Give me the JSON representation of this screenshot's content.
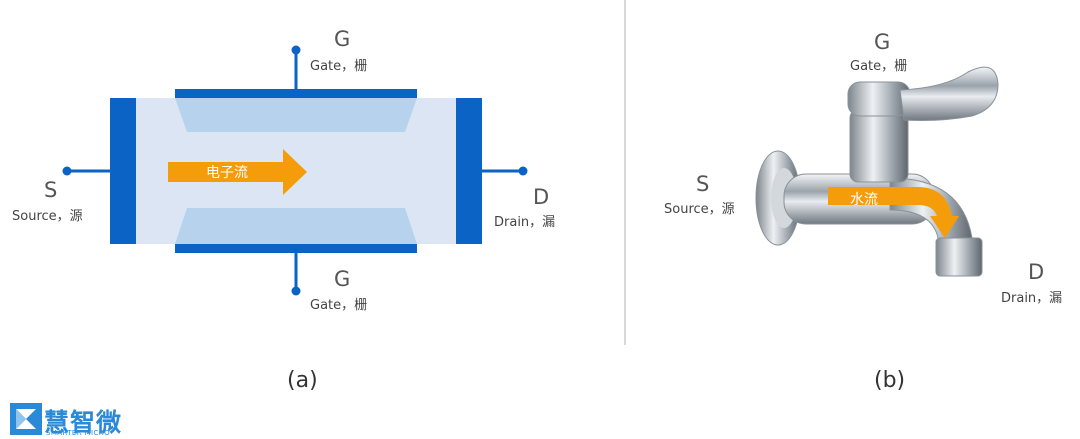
{
  "panel_a": {
    "gate_top": {
      "letter": "G",
      "label": "Gate，栅"
    },
    "gate_bottom": {
      "letter": "G",
      "label": "Gate，栅"
    },
    "source": {
      "letter": "S",
      "label": "Source，源"
    },
    "drain": {
      "letter": "D",
      "label": "Drain，漏"
    },
    "flow_label": "电子流",
    "caption": "(a)"
  },
  "panel_b": {
    "gate": {
      "letter": "G",
      "label": "Gate，栅"
    },
    "source": {
      "letter": "S",
      "label": "Source，源"
    },
    "drain": {
      "letter": "D",
      "label": "Drain，漏"
    },
    "flow_label": "水流",
    "caption": "(b)"
  },
  "logo": {
    "name": "慧智微",
    "tagline": "SMARTER MICRO"
  },
  "colors": {
    "blue": "#0b63c5",
    "channel": "#dbe5f4",
    "gate_light": "#b7d2ec",
    "arrow": "#f59c0b",
    "divider": "#d8d8d8"
  }
}
